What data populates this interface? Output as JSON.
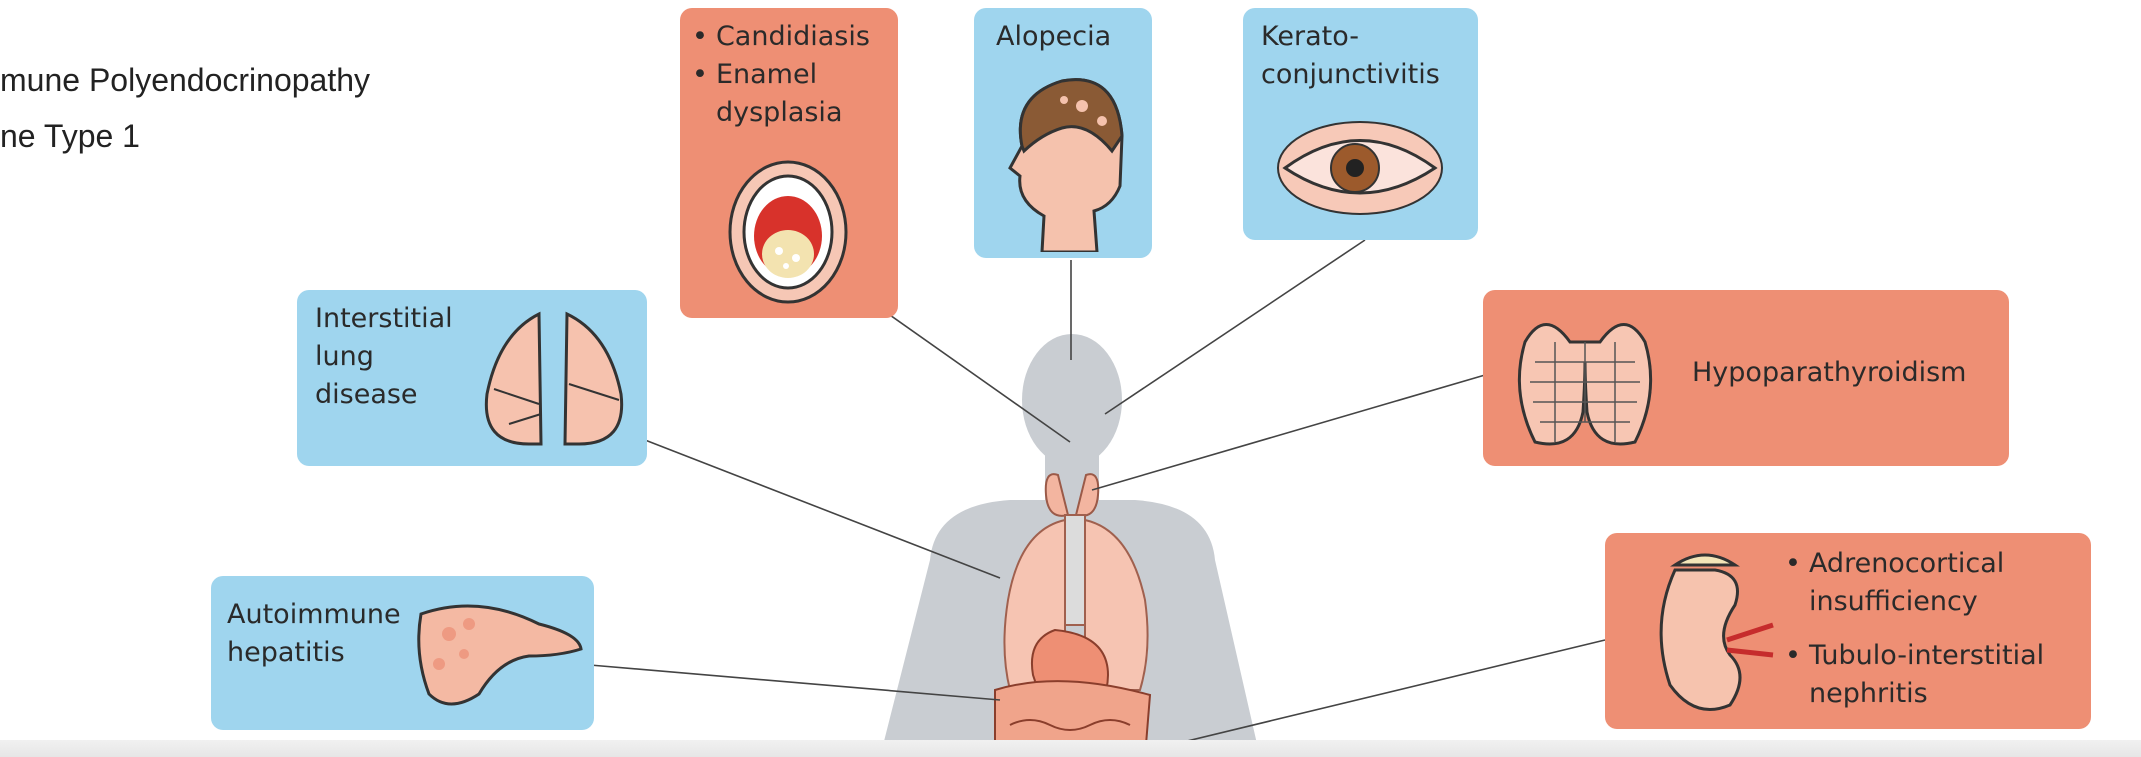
{
  "title": {
    "line1": "mune Polyendocrinopathy",
    "line2": "ne Type 1"
  },
  "boxes": {
    "candidiasis": {
      "bullet": "•",
      "item1": "Candidiasis",
      "item2": "Enamel",
      "item2b": "dysplasia"
    },
    "alopecia": {
      "label": "Alopecia"
    },
    "kerato": {
      "line1": "Kerato-",
      "line2": "conjunctivitis"
    },
    "lung": {
      "line1": "Interstitial",
      "line2": "lung",
      "line3": "disease"
    },
    "hypopara": {
      "label": "Hypoparathyroidism"
    },
    "hepatitis": {
      "line1": "Autoimmune",
      "line2": "hepatitis"
    },
    "adrenal": {
      "bullet": "•",
      "item1": "Adrenocortical",
      "item1b": "insufficiency",
      "item2": "Tubulo-interstitial",
      "item2b": "nephritis"
    }
  },
  "colors": {
    "blue_box": "#9fd5ee",
    "orange_box": "#ee8f74",
    "silhouette": "#c9cdd2",
    "organ": "#f3b5a0"
  }
}
